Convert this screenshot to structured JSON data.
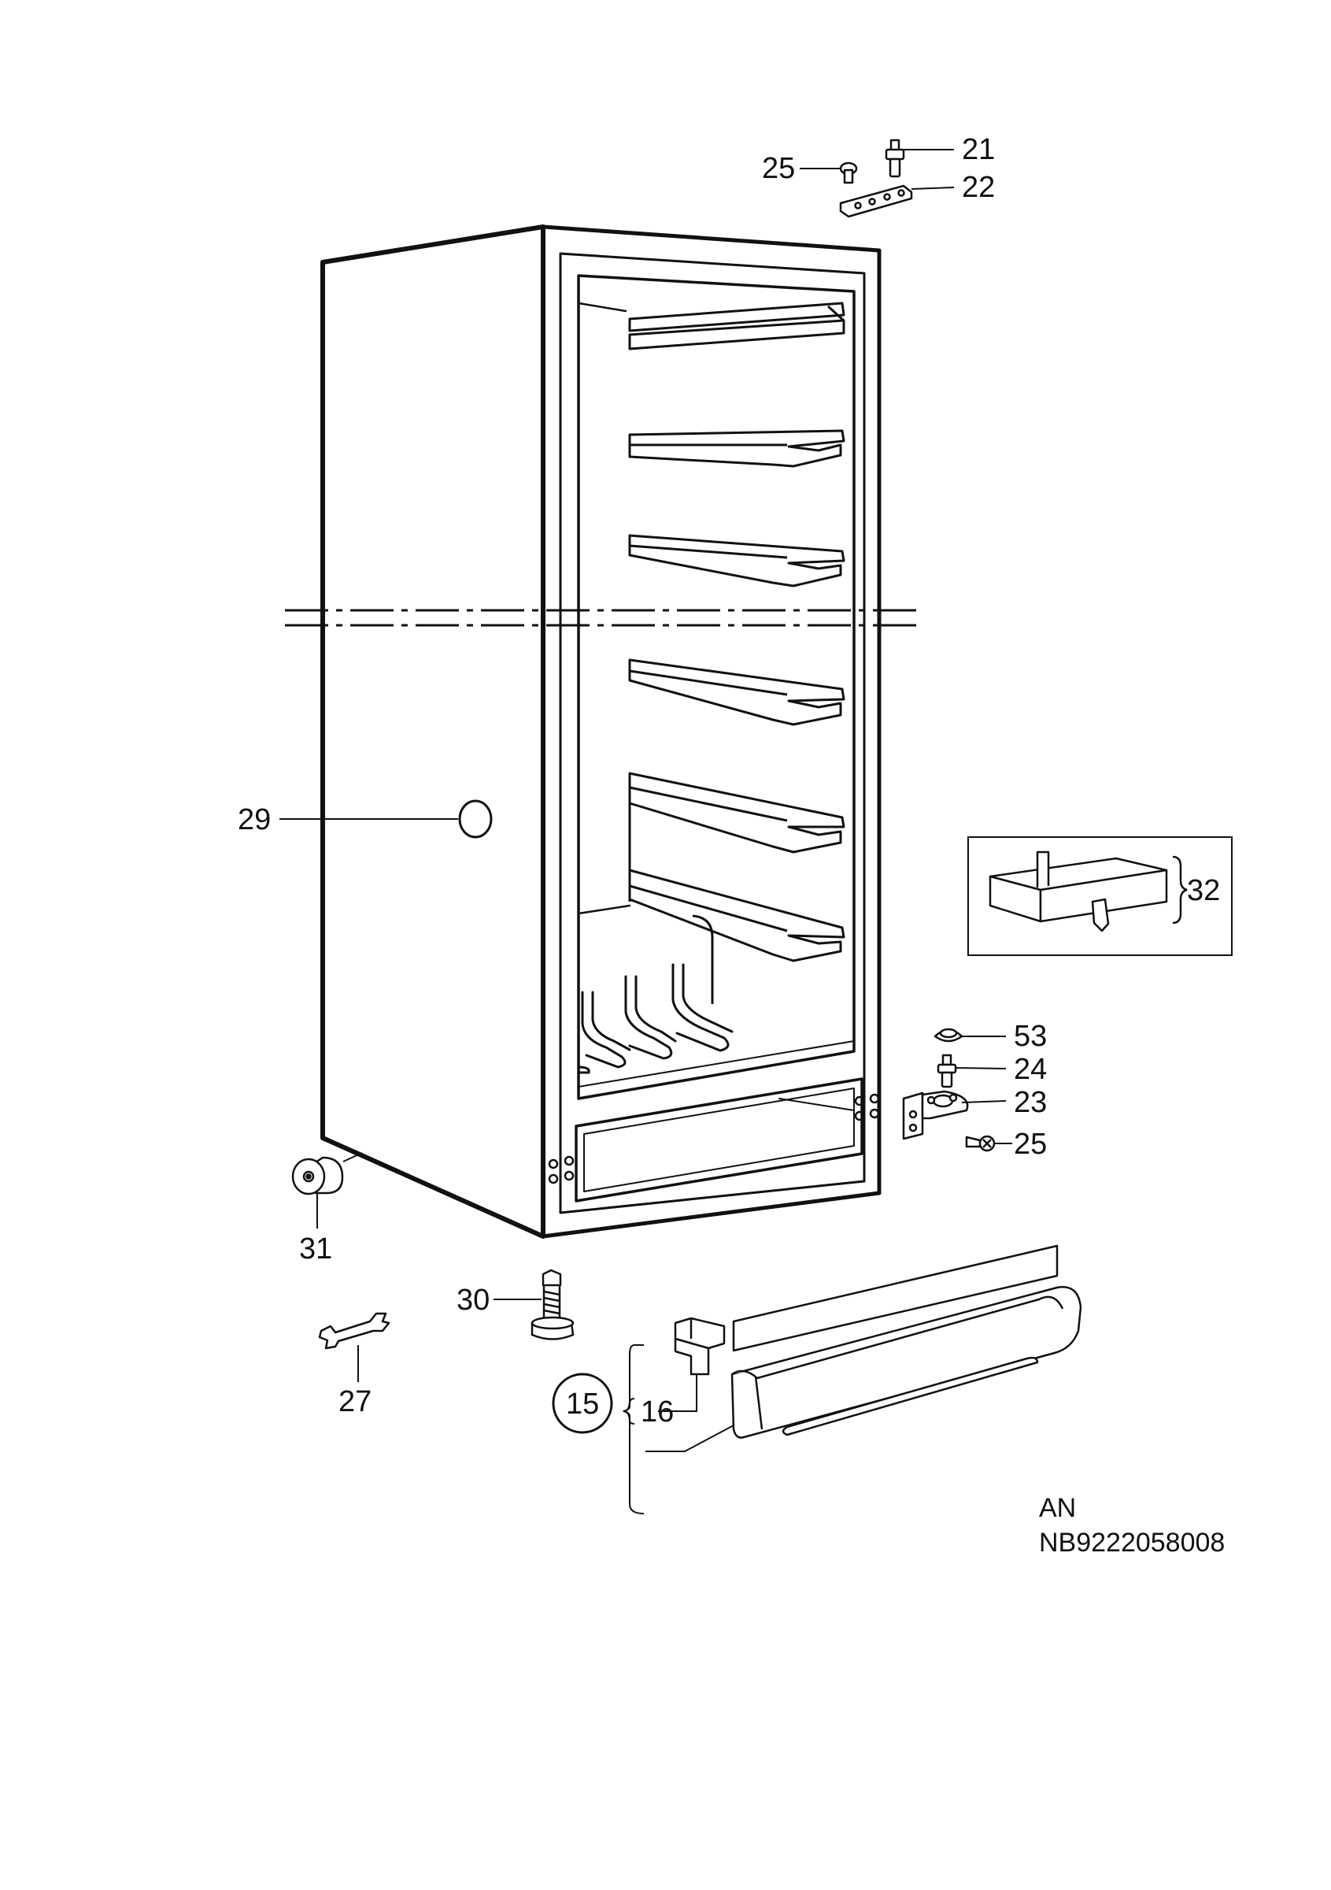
{
  "callouts": {
    "p21": "21",
    "p22": "22",
    "p25_top": "25",
    "p29": "29",
    "p32": "32",
    "p53": "53",
    "p24": "24",
    "p23": "23",
    "p25_hinge": "25",
    "p31": "31",
    "p30": "30",
    "p27": "27",
    "p15": "15",
    "p16": "16"
  },
  "footer": {
    "code1": "AN",
    "code2": "NB9222058008"
  }
}
